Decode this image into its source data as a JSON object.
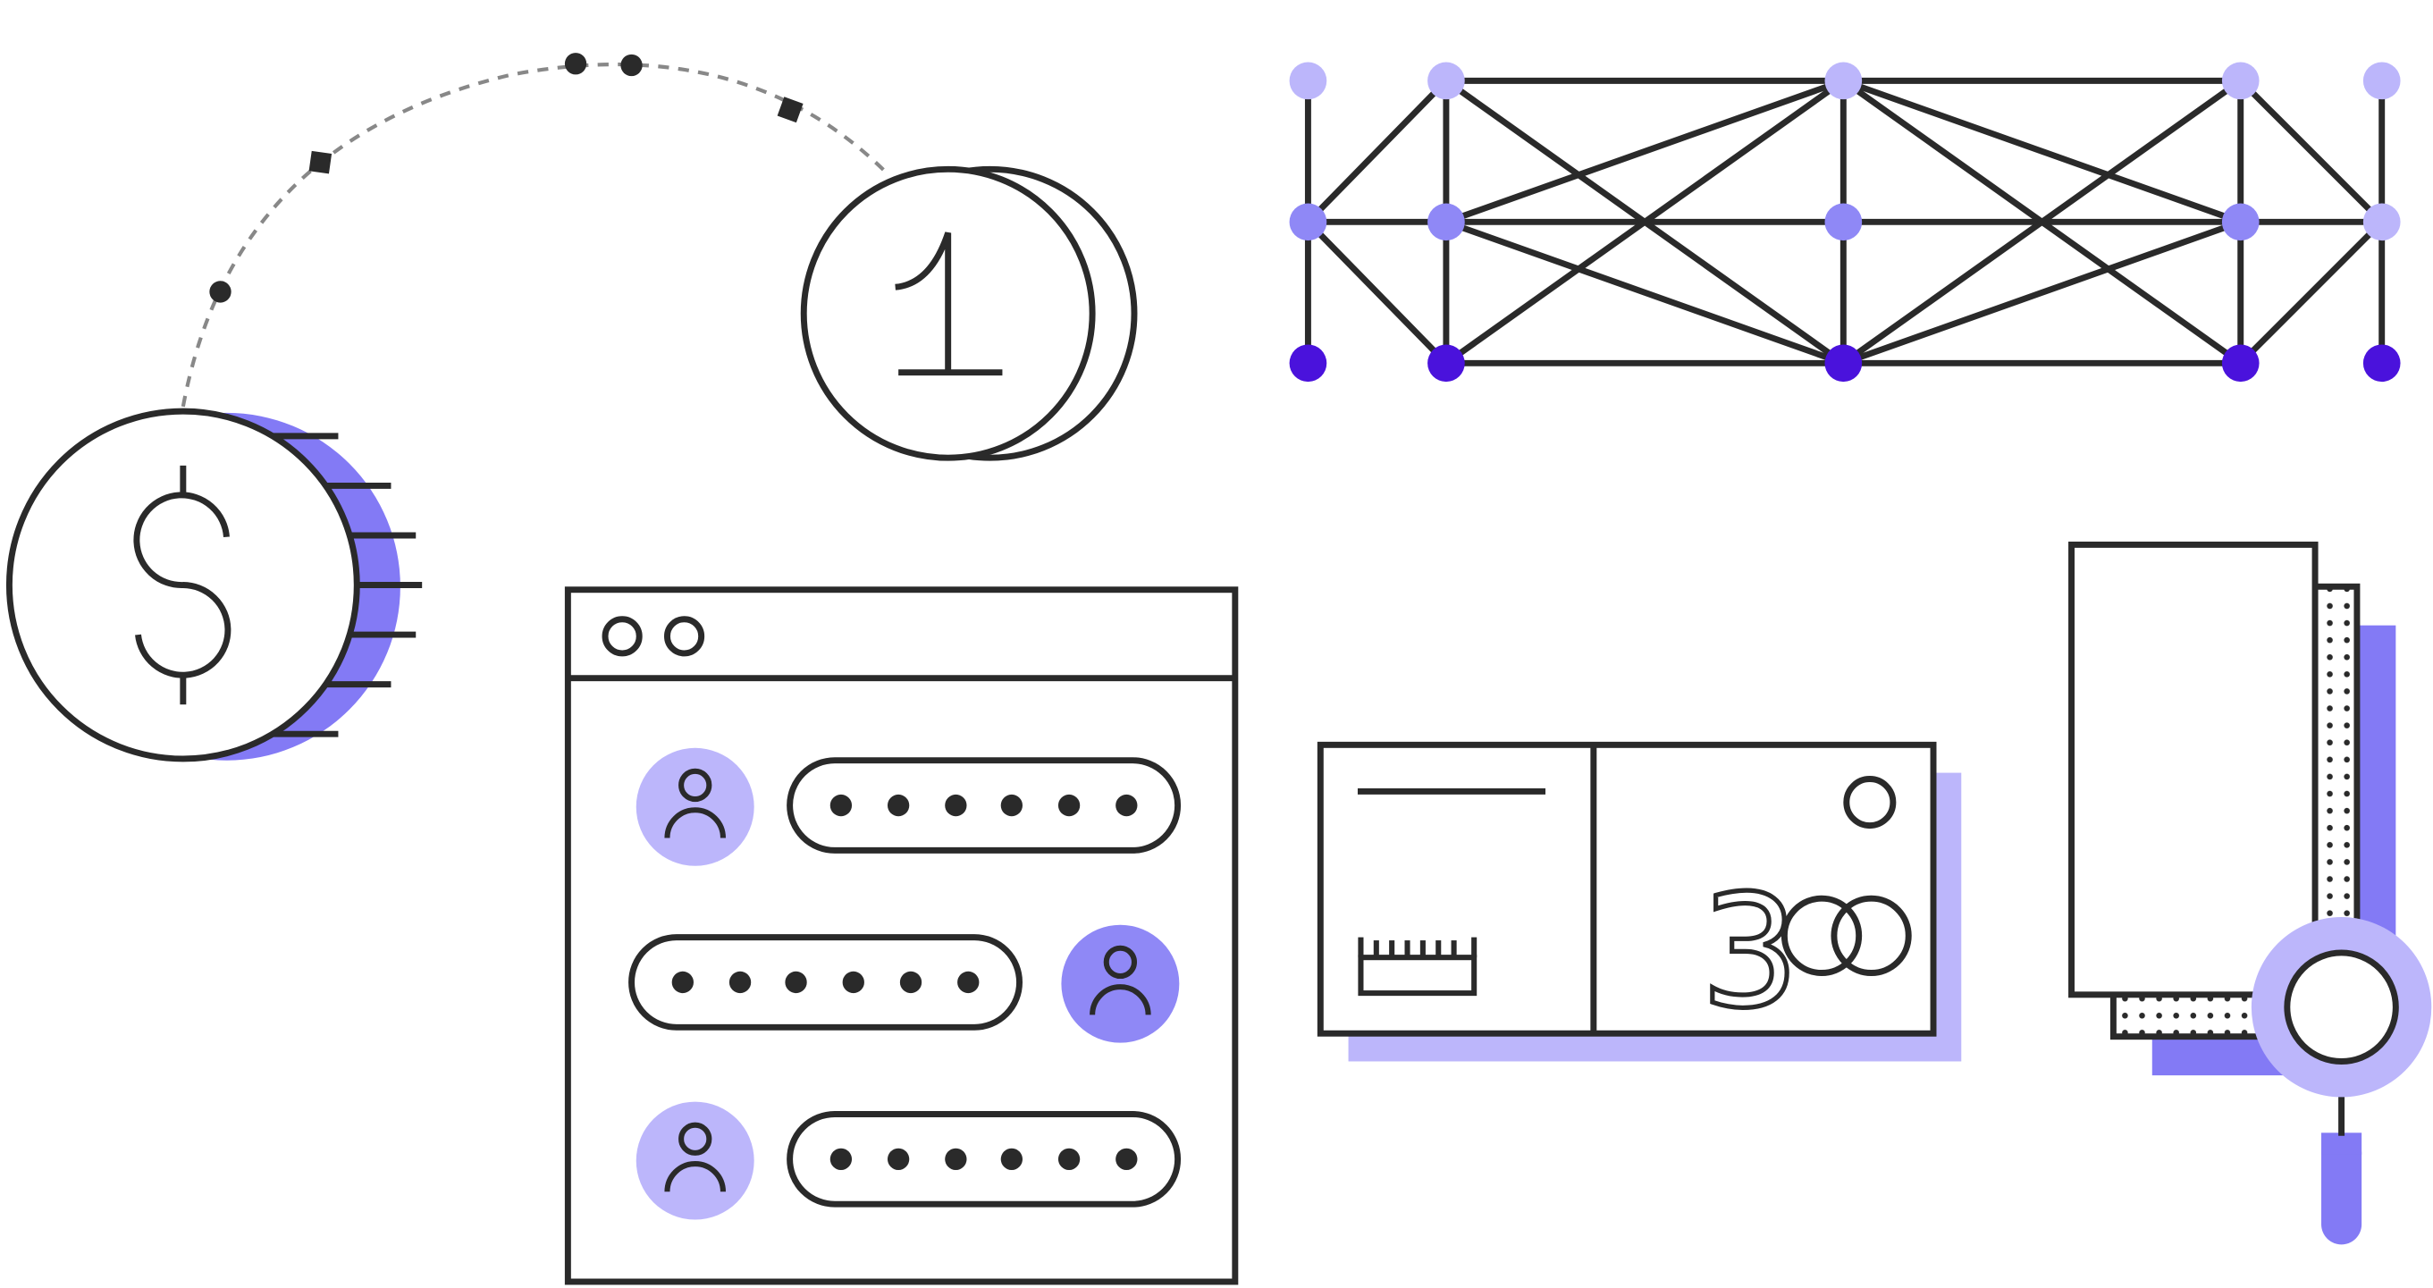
{
  "illustration": {
    "coin_front_symbol": "$",
    "coin_back_number": "1",
    "bill_amount_digit": "3",
    "bill_amount_zeros": "00",
    "colors": {
      "line": "#2a2a2a",
      "lavender": "#bcb6fb",
      "medium_purple": "#8f88f6",
      "deep_purple": "#4a12dc",
      "coin_shadow": "#837af5",
      "dots_gray": "#888888"
    },
    "icons": [
      "dollar-coin-icon",
      "one-coin-icon",
      "network-graph-icon",
      "login-window-icon",
      "user-avatar-icon",
      "password-field-icon",
      "banknote-icon",
      "document-stack-icon",
      "magnifier-icon"
    ]
  }
}
